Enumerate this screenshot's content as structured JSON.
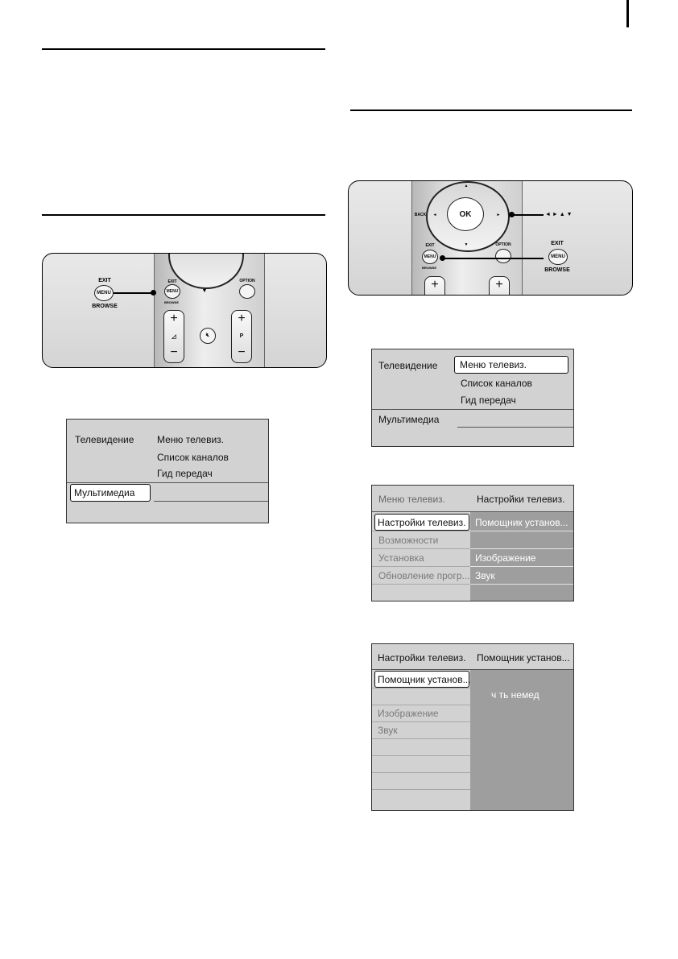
{
  "remote_left": {
    "exit": "EXIT",
    "menu": "MENU",
    "browse": "BROWSE",
    "exit_small": "EXIT",
    "menu_small": "MENU",
    "browse_small": "BROWSE",
    "option": "OPTION",
    "plus": "+",
    "minus": "−",
    "p": "P"
  },
  "remote_right": {
    "ok": "OK",
    "back": "BACK",
    "option": "OPTION",
    "exit_small": "EXIT",
    "menu_small": "MENU",
    "browse_small": "BROWSE",
    "arrows": "◄ ► ▲ ▼",
    "exit": "EXIT",
    "menu": "MENU",
    "browse": "BROWSE",
    "plus": "+"
  },
  "menu1": {
    "tv": "Телевидение",
    "items": [
      "Меню телевиз.",
      "Список каналов",
      "Гид передач"
    ],
    "multimedia": "Мультимедиа"
  },
  "menu2": {
    "tv": "Телевидение",
    "items": [
      "Меню телевиз.",
      "Список каналов",
      "Гид передач"
    ],
    "multimedia": "Мультимедиа"
  },
  "menu3": {
    "header_left": "Меню телевиз.",
    "header_right": "Настройки телевиз.",
    "left_items": [
      "Настройки телевиз.",
      "Возможности",
      "Установка",
      "Обновление прогр..."
    ],
    "right_items": [
      "Помощник установ...",
      "Изображение",
      "Звук"
    ]
  },
  "menu4": {
    "header_left": "Настройки телевиз.",
    "header_right": "Помощник установ...",
    "left_items": [
      "Помощник установ...",
      "Изображение",
      "Звук"
    ],
    "right_text": "ч  ть немед"
  }
}
